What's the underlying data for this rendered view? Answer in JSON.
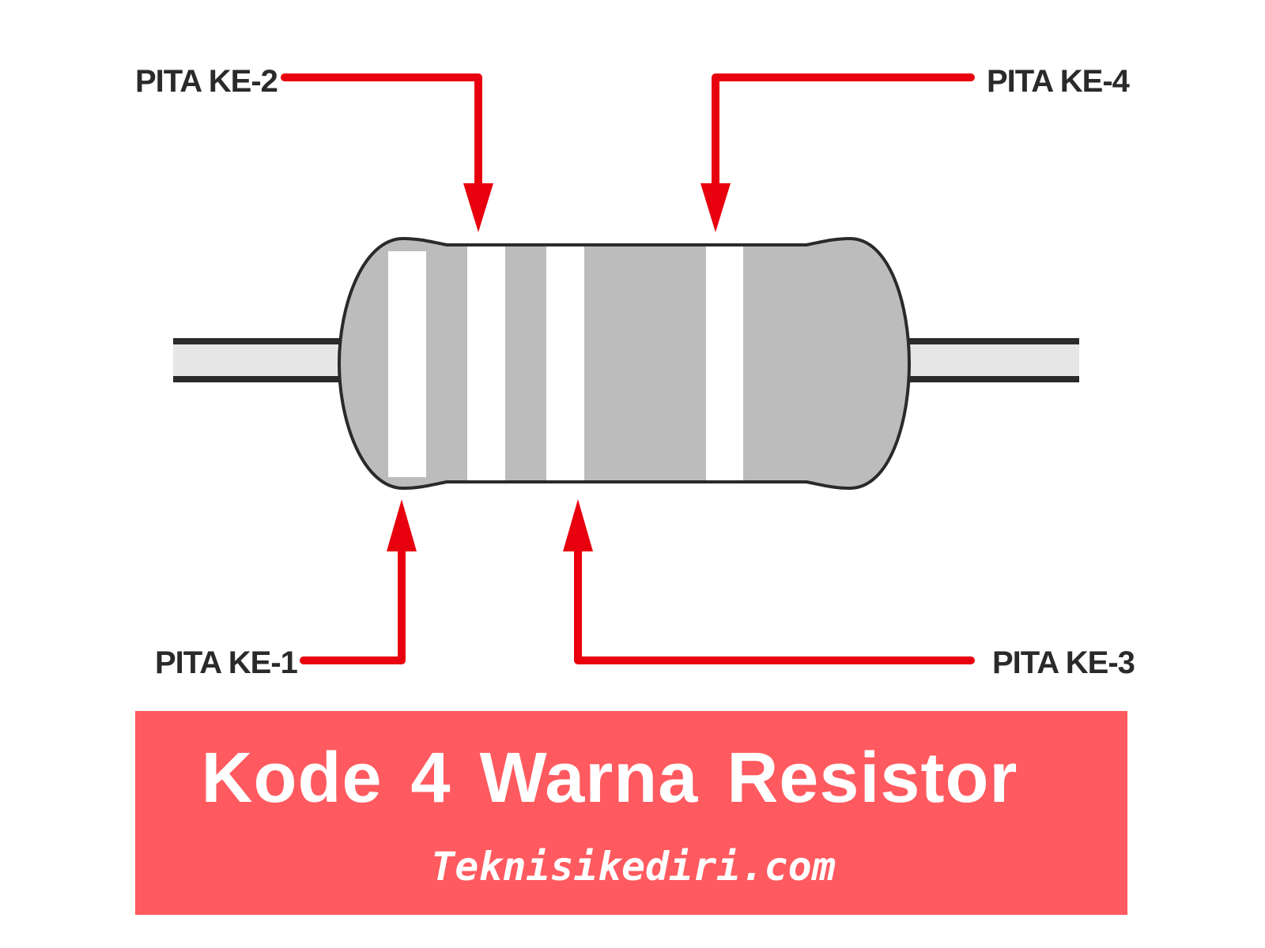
{
  "labels": {
    "band_2": "PITA KE-2",
    "band_4": "PITA KE-4",
    "band_1": "PITA KE-1",
    "band_3": "PITA KE-3"
  },
  "banner": {
    "title": "Kode 4 Warna Resistor",
    "subtitle": "Teknisikediri.com"
  },
  "colors": {
    "arrow": "#e8000e",
    "resistor_body": "#bcbcbc",
    "band": "#ffffff",
    "outline": "#2a2a2a",
    "banner_bg": "#ff5a5f",
    "banner_text": "#ffffff"
  }
}
